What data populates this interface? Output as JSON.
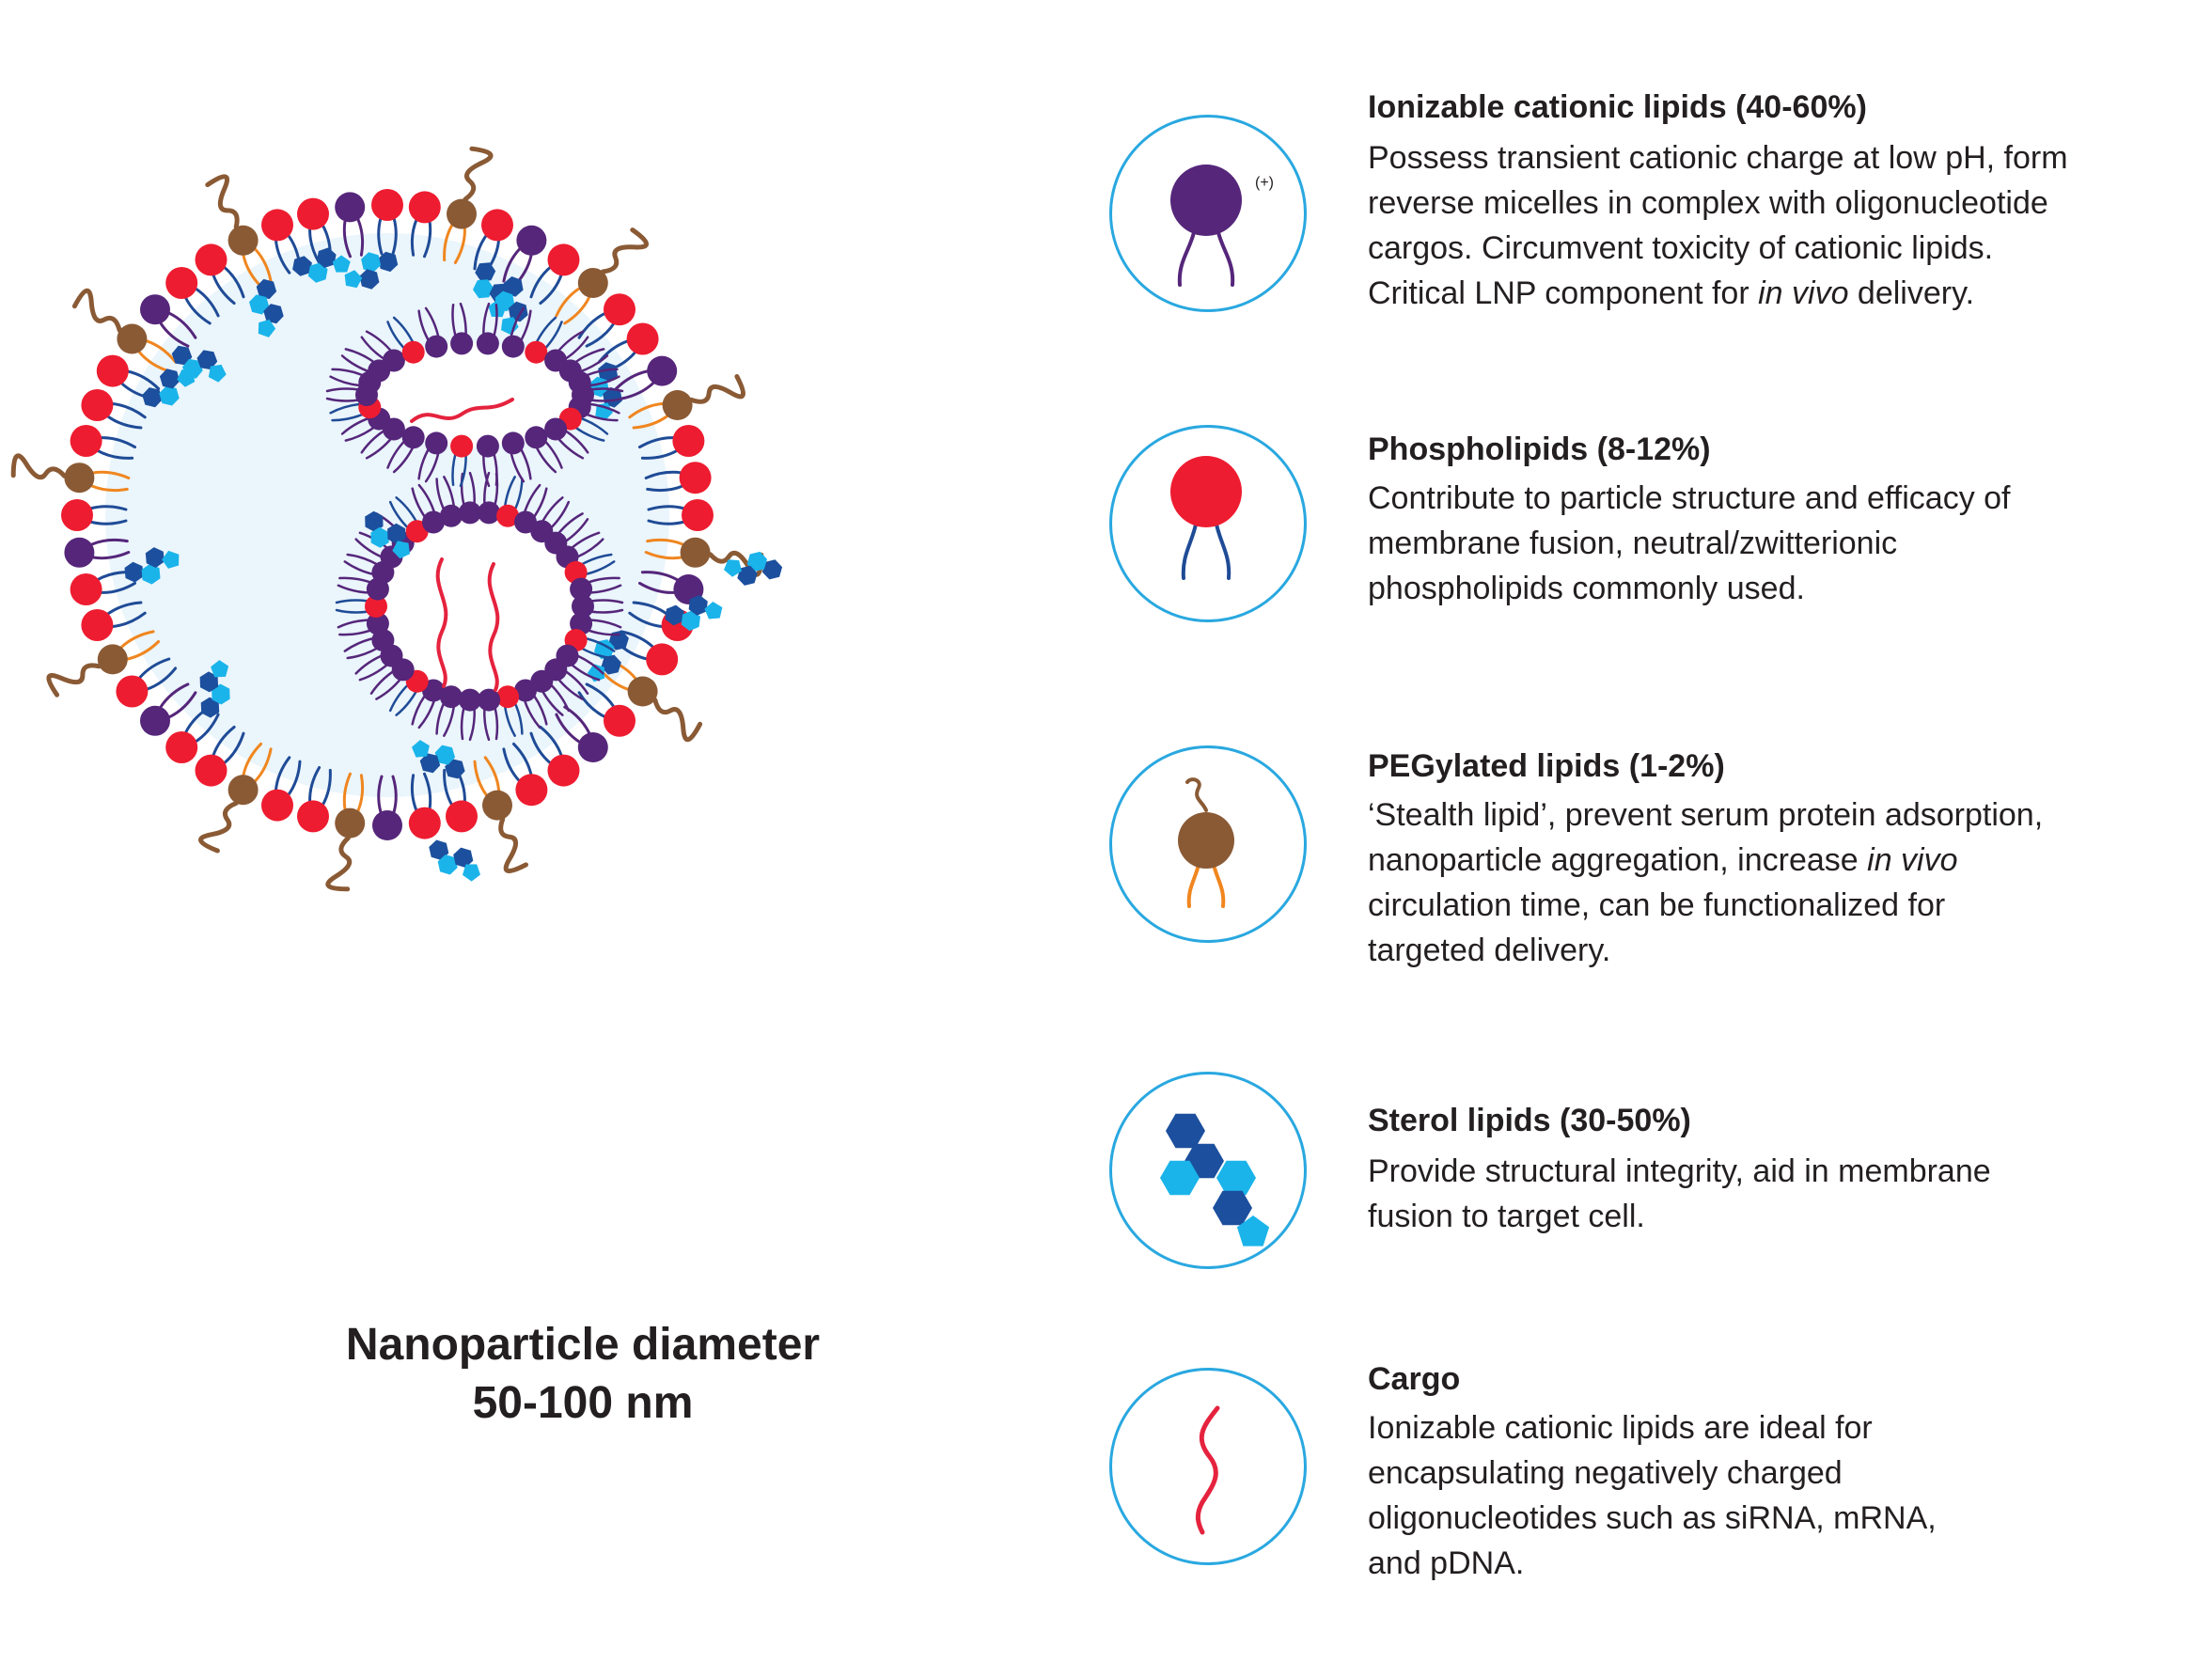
{
  "caption": {
    "line1": "Nanoparticle diameter",
    "line2": "50-100 nm"
  },
  "colors": {
    "ionizable": "#55267a",
    "phospholipid": "#ee1c30",
    "peg": "#8a5a35",
    "peg_tail": "#f0861f",
    "phospho_tail": "#1f4b96",
    "sterol_dark": "#1c4f9d",
    "sterol_light": "#1ab4ea",
    "cargo": "#e5233e",
    "ring": "#29a8e0",
    "core": "#eaf5fc"
  },
  "legend": [
    {
      "icon": "ionizable-lipid-icon",
      "title": "Ionizable cationic lipids (40-60%)",
      "charge": "(+)",
      "lines": [
        "Possess transient cationic charge at low pH, form",
        "reverse micelles in complex with oligonucleotide",
        "cargos. Circumvent toxicity of cationic lipids.",
        "Critical LNP component for in vivo delivery."
      ]
    },
    {
      "icon": "phospholipid-icon",
      "title": "Phospholipids (8-12%)",
      "lines": [
        "Contribute to particle structure and efficacy of",
        "membrane fusion, neutral/zwitterionic",
        "phospholipids commonly used."
      ]
    },
    {
      "icon": "pegylated-lipid-icon",
      "title": "PEGylated lipids (1-2%)",
      "lines": [
        "‘Stealth lipid’, prevent serum protein adsorption,",
        "nanoparticle aggregation, increase in vivo",
        "circulation time, can be functionalized for",
        "targeted delivery."
      ]
    },
    {
      "icon": "sterol-lipid-icon",
      "title": "Sterol lipids (30-50%)",
      "lines": [
        "Provide structural integrity, aid in membrane",
        "fusion to target cell."
      ]
    },
    {
      "icon": "cargo-icon",
      "title": "Cargo",
      "lines": [
        "Ionizable cationic lipids are ideal for",
        "encapsulating negatively charged",
        "oligonucleotides such as siRNA, mRNA,",
        "and pDNA."
      ]
    }
  ]
}
